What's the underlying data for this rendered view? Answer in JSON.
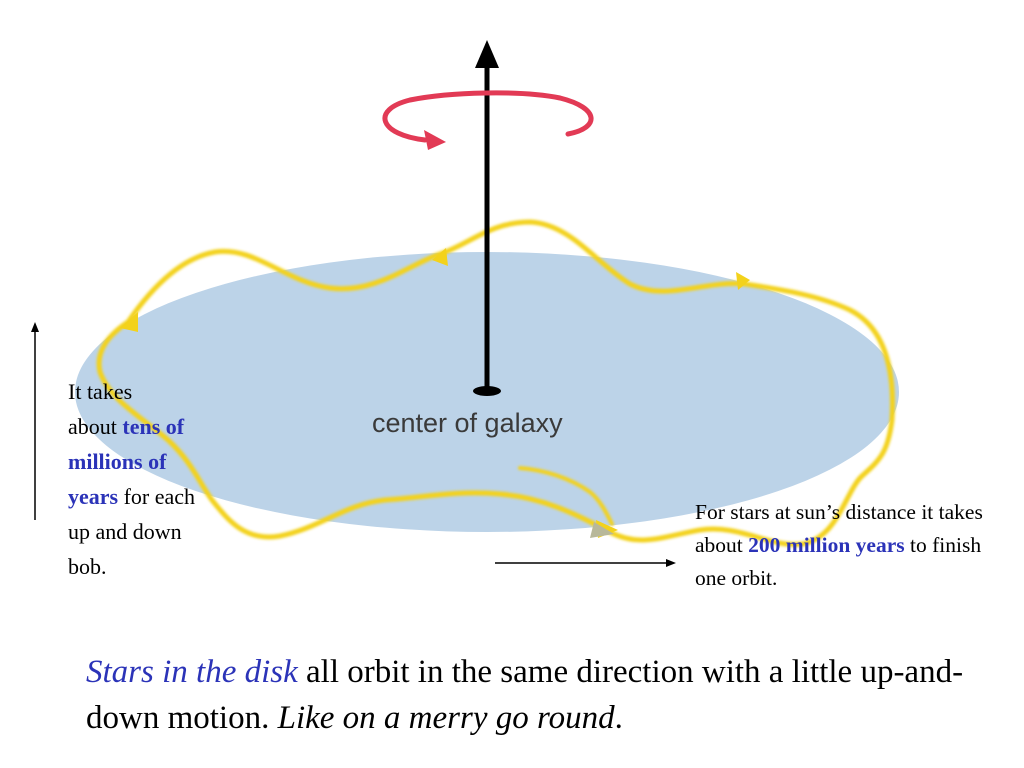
{
  "diagram": {
    "center_label": "center of galaxy",
    "colors": {
      "disk": "#bcd3e8",
      "orbit": "#f3d21b",
      "rotation_arrow": "#e23a55",
      "axis": "#000000",
      "highlight": "#2b33b8"
    }
  },
  "left_note": {
    "line1": "It takes",
    "line2_pre": "about ",
    "highlight": "tens of millions of years",
    "post": " for each up and down bob."
  },
  "right_note": {
    "pre": "For stars at sun’s distance it takes about ",
    "highlight": "200 million years",
    "post": " to finish one orbit."
  },
  "caption": {
    "highlight": "Stars in the disk",
    "text": " all orbit in the same direction with a little up-and-down motion. ",
    "italic": "Like on a merry go round",
    "end": "."
  }
}
